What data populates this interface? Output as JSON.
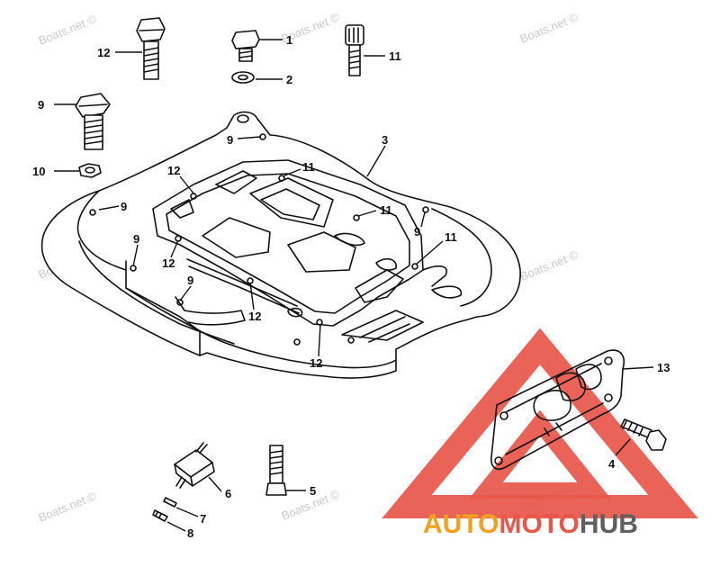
{
  "watermark_text": "Boats.net ©",
  "parts": {
    "p1": "1",
    "p2": "2",
    "p3": "3",
    "p4": "4",
    "p5": "5",
    "p6": "6",
    "p7": "7",
    "p8": "8",
    "p9": "9",
    "p10": "10",
    "p11": "11",
    "p12": "12",
    "p13": "13"
  },
  "logo": {
    "word_a": "AUTO",
    "word_b": "MOTO",
    "word_c": "HUB",
    "colors": {
      "auto": "#f2a11f",
      "moto": "#e8564a",
      "hub": "#5f5f5f",
      "triangle": "#e8564a"
    }
  }
}
